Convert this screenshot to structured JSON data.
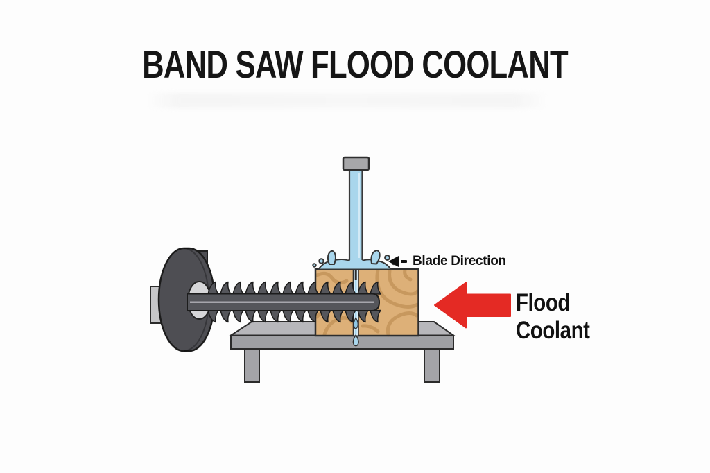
{
  "title": "BAND SAW FLOOD COOLANT",
  "labels": {
    "blade_direction": "Blade Direction",
    "flood_line1": "Flood",
    "flood_line2": "Coolant"
  },
  "icons": {
    "blade_direction_arrow": "small-left-arrow-with-dash",
    "flood_coolant_arrow": "large-left-block-arrow"
  },
  "colors": {
    "background": "#fdfdfd",
    "text": "#161616",
    "arrow_red": "#e42a24",
    "coolant_blue": "#a9d6ec",
    "coolant_blue_light": "#d9edf8",
    "wood_tan": "#ddb078",
    "wood_grain": "#bf8f55",
    "blade_steel": "#55565b",
    "table_gray_top": "#b7b7bb",
    "table_gray_front": "#9fa0a4",
    "wheel_dark_gray": "#4e4e53",
    "outline": "#2e2e2e"
  }
}
